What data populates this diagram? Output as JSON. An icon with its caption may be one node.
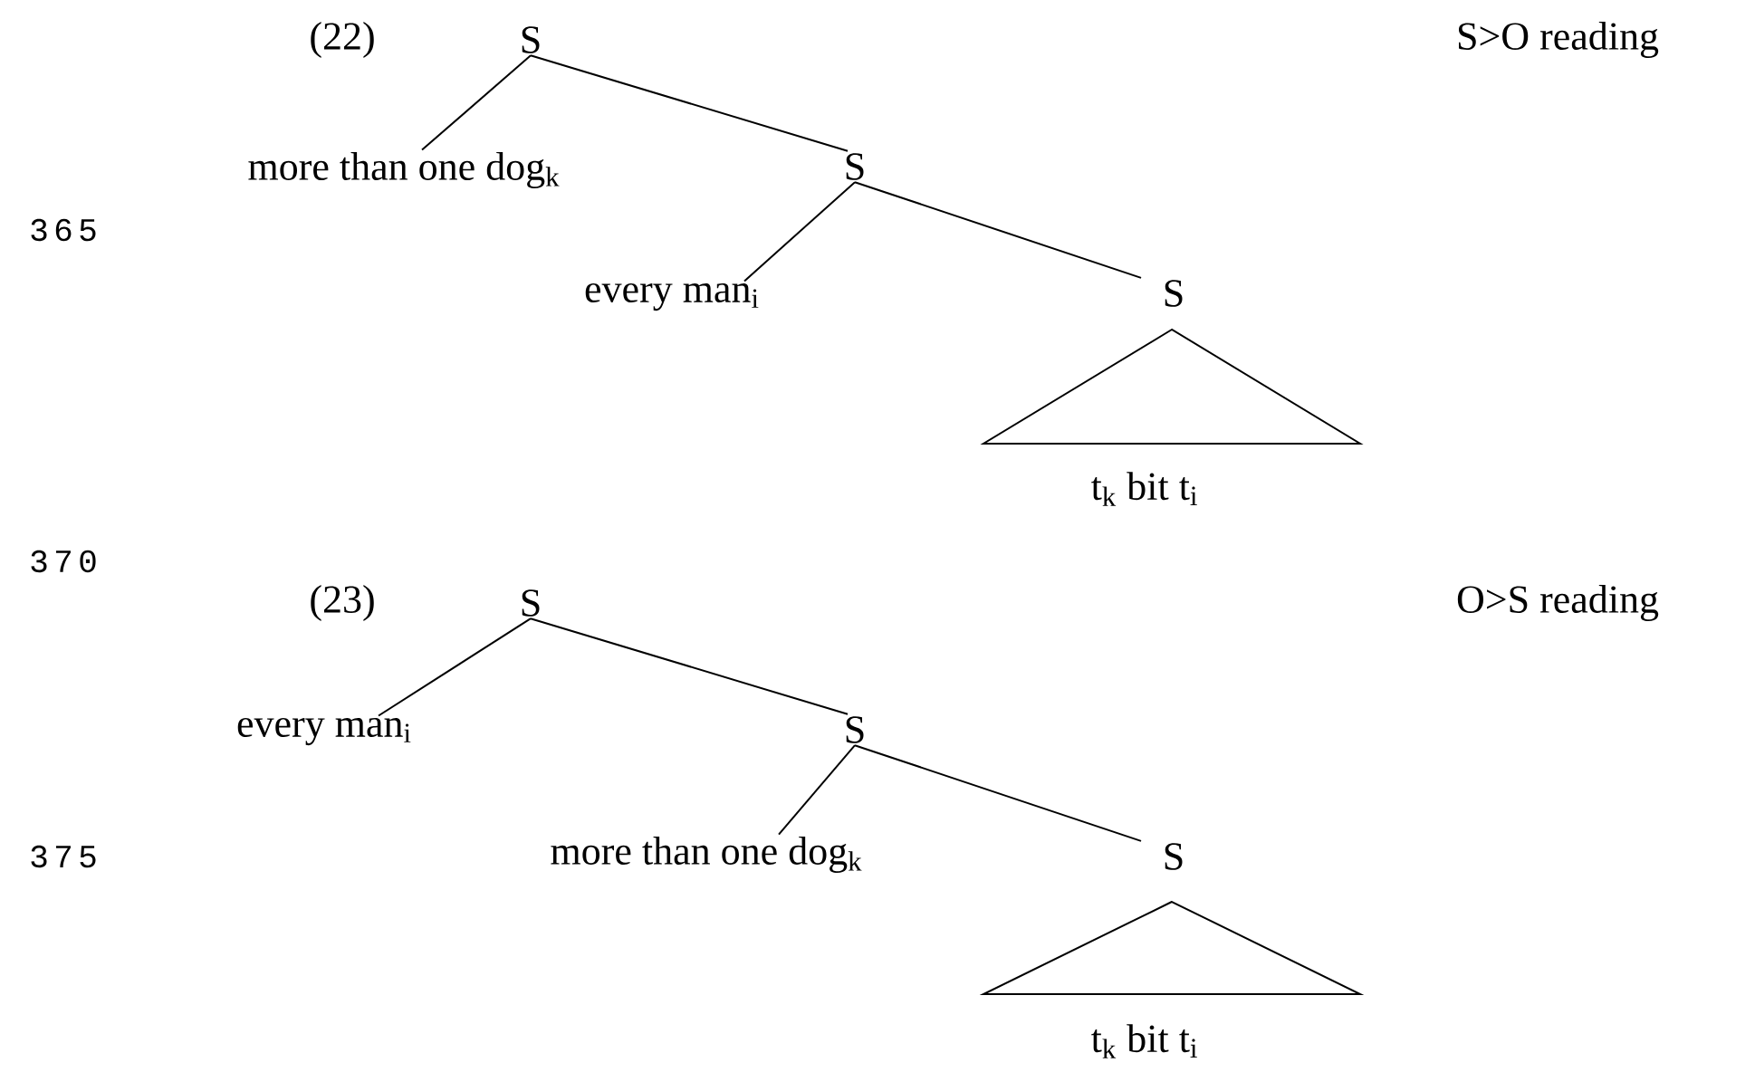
{
  "diagram": {
    "nodes": [
      {
        "text": [
          "S"
        ]
      },
      {
        "text": [
          "more than one dog$_{k}$"
        ]
      },
      {
        "text": [
          "S"
        ]
      },
      {
        "text": [
          "every man$_{i}$"
        ]
      },
      {
        "text": [
          "S"
        ]
      },
      {
        "text": [
          "t$_{k}$ bit t$_{i}$"
        ]
      },
      {
        "text": [
          "S"
        ]
      },
      {
        "text": [
          "every man$_{i}$"
        ]
      },
      {
        "text": [
          "S"
        ]
      },
      {
        "text": [
          "more than one dog$_{k}$"
        ]
      },
      {
        "text": [
          "S"
        ]
      },
      {
        "text": [
          "t$_{k}$ bit t$_{i}$"
        ]
      }
    ],
    "edges": [
      {
        "from": 0,
        "to": 1,
        "arrow": "none"
      },
      {
        "from": 0,
        "to": 2,
        "arrow": "none"
      },
      {
        "from": 2,
        "to": 3,
        "arrow": "none"
      },
      {
        "from": 2,
        "to": 4,
        "arrow": "none"
      },
      {
        "from": 6,
        "to": 7,
        "arrow": "none"
      },
      {
        "from": 6,
        "to": 8,
        "arrow": "none"
      },
      {
        "from": 8,
        "to": 9,
        "arrow": "none"
      },
      {
        "from": 8,
        "to": 10,
        "arrow": "none"
      }
    ],
    "labels": [
      "(22)",
      "S>O reading",
      "365",
      "370",
      "(23)",
      "O>S reading",
      "375"
    ]
  }
}
